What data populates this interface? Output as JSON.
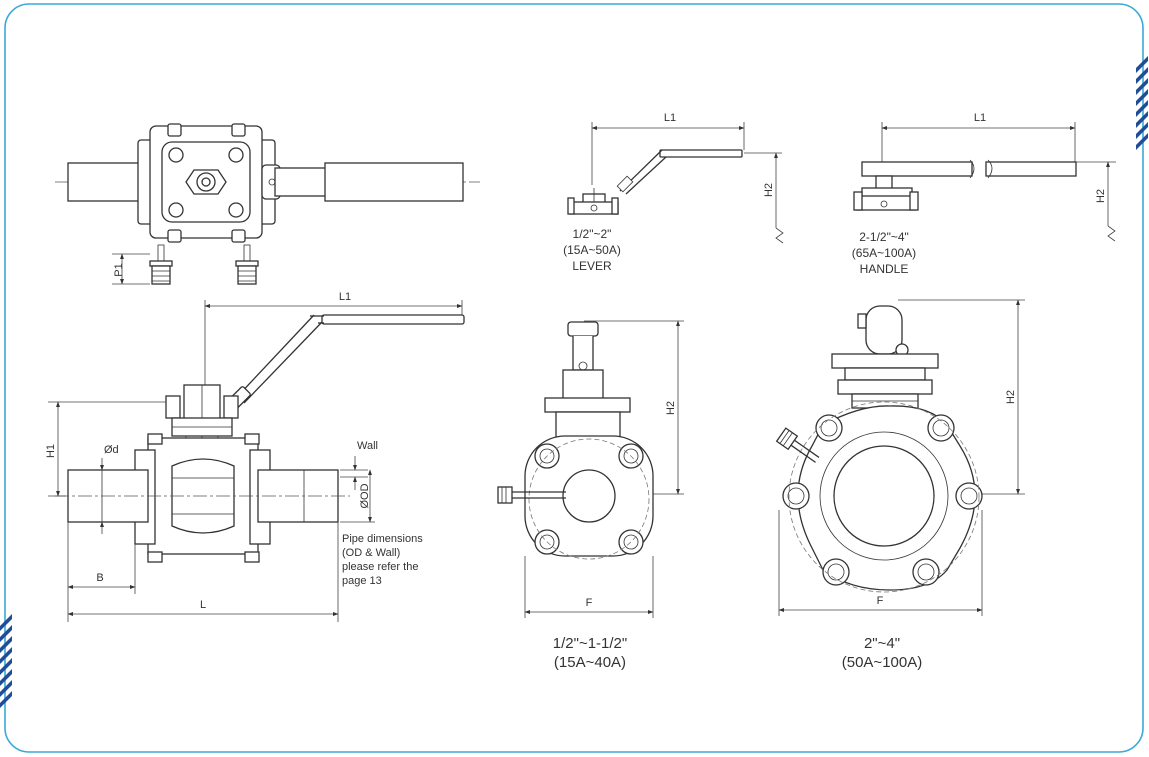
{
  "colors": {
    "border": "#3aa8d8",
    "accent_stripes": "#1f4e96",
    "line": "#333333"
  },
  "labels": {
    "l1_bottom": "L1",
    "l1_lever": "L1",
    "l1_handle": "L1",
    "h2_lever": "H2",
    "h2_handle": "H2",
    "h2_small": "H2",
    "h2_large": "H2",
    "h1": "H1",
    "p1": "P1",
    "od_d": "Ød",
    "wall": "Wall",
    "od_outer": "ØOD",
    "b": "B",
    "l": "L",
    "f_small": "F",
    "f_large": "F"
  },
  "lever_caption": {
    "size_inch": "1/2\"~2\"",
    "size_a": "(15A~50A)",
    "type": "LEVER"
  },
  "handle_caption": {
    "size_inch": "2-1/2\"~4\"",
    "size_a": "(65A~100A)",
    "type": "HANDLE"
  },
  "pipe_note": [
    "Pipe dimensions",
    "(OD & Wall)",
    "please refer the",
    "page  13"
  ],
  "small_caption": {
    "size_inch": "1/2\"~1-1/2\"",
    "size_a": "(15A~40A)"
  },
  "large_caption": {
    "size_inch": "2\"~4\"",
    "size_a": "(50A~100A)"
  }
}
